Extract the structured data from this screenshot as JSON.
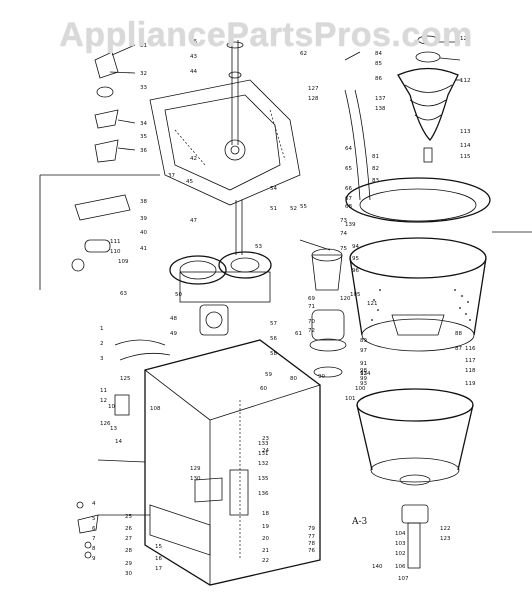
{
  "watermark": "AppliancePartsPros.com",
  "figure_label": "A-3",
  "colors": {
    "ink": "#111111",
    "watermark": "#d9d9d9",
    "paper": "#ffffff"
  },
  "callouts": [
    "31",
    "32",
    "33",
    "34",
    "35",
    "36",
    "37",
    "38",
    "39",
    "40",
    "41",
    "42",
    "43",
    "44",
    "45",
    "46",
    "47",
    "48",
    "49",
    "50",
    "51",
    "52",
    "53",
    "54",
    "55",
    "56",
    "57",
    "58",
    "59",
    "60",
    "61",
    "62",
    "63",
    "64",
    "65",
    "66",
    "67",
    "68",
    "69",
    "70",
    "71",
    "72",
    "73",
    "74",
    "75",
    "76",
    "77",
    "78",
    "79",
    "80",
    "81",
    "82",
    "83",
    "84",
    "85",
    "86",
    "87",
    "88",
    "89",
    "90",
    "91",
    "92",
    "93",
    "94",
    "95",
    "96",
    "97",
    "98",
    "99",
    "100",
    "101",
    "102",
    "103",
    "104",
    "105",
    "106",
    "107",
    "108",
    "109",
    "110",
    "111",
    "112",
    "113",
    "114",
    "115",
    "116",
    "117",
    "118",
    "119",
    "120",
    "121",
    "122",
    "123",
    "124",
    "125",
    "126",
    "127",
    "128",
    "129",
    "130",
    "131",
    "132",
    "133",
    "134",
    "135",
    "136",
    "137",
    "138",
    "139",
    "140",
    "1",
    "2",
    "3",
    "4",
    "5",
    "6",
    "7",
    "8",
    "9",
    "10",
    "11",
    "12",
    "13",
    "14",
    "15",
    "16",
    "17",
    "18",
    "19",
    "20",
    "21",
    "22",
    "23",
    "24",
    "25",
    "26",
    "27",
    "28",
    "29",
    "30"
  ]
}
